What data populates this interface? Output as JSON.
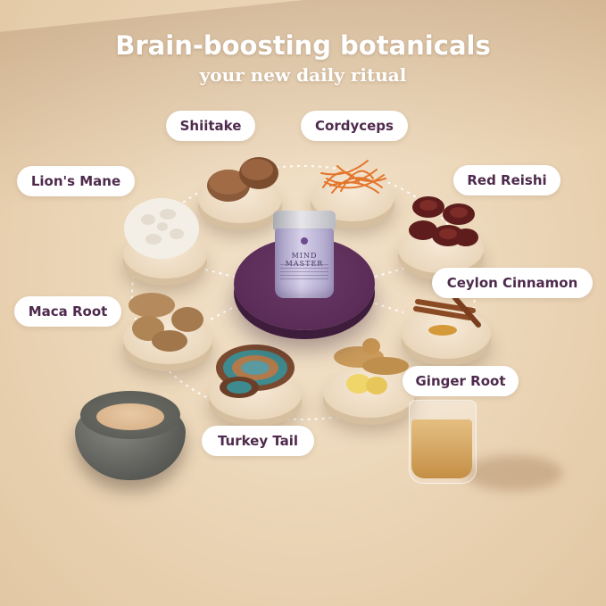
{
  "header": {
    "title": "Brain-boosting botanicals",
    "subtitle": "your new daily ritual"
  },
  "product": {
    "name": "MIND MASTER"
  },
  "ingredients": [
    {
      "label": "Shiitake"
    },
    {
      "label": "Cordyceps"
    },
    {
      "label": "Lion's Mane"
    },
    {
      "label": "Red Reishi"
    },
    {
      "label": "Ceylon Cinnamon"
    },
    {
      "label": "Maca Root"
    },
    {
      "label": "Ginger Root"
    },
    {
      "label": "Turkey Tail"
    }
  ],
  "colors": {
    "label_text": "#4e2a4c",
    "center_pedestal": "#5a2c57",
    "jar": "#c9c1e0"
  }
}
